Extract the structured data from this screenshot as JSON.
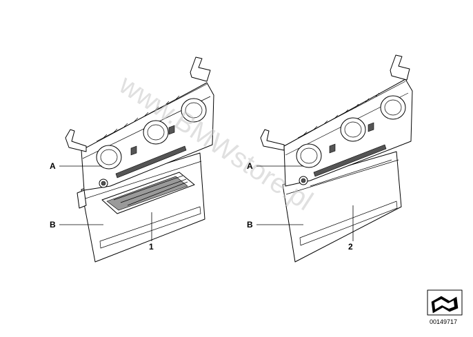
{
  "watermark": "www.BMWstore.pl",
  "assemblies": [
    {
      "number": "1",
      "labels": [
        "A",
        "B"
      ]
    },
    {
      "number": "2",
      "labels": [
        "A",
        "B"
      ]
    }
  ],
  "diagram_code": "00149717",
  "icon": "arrow-box-icon"
}
